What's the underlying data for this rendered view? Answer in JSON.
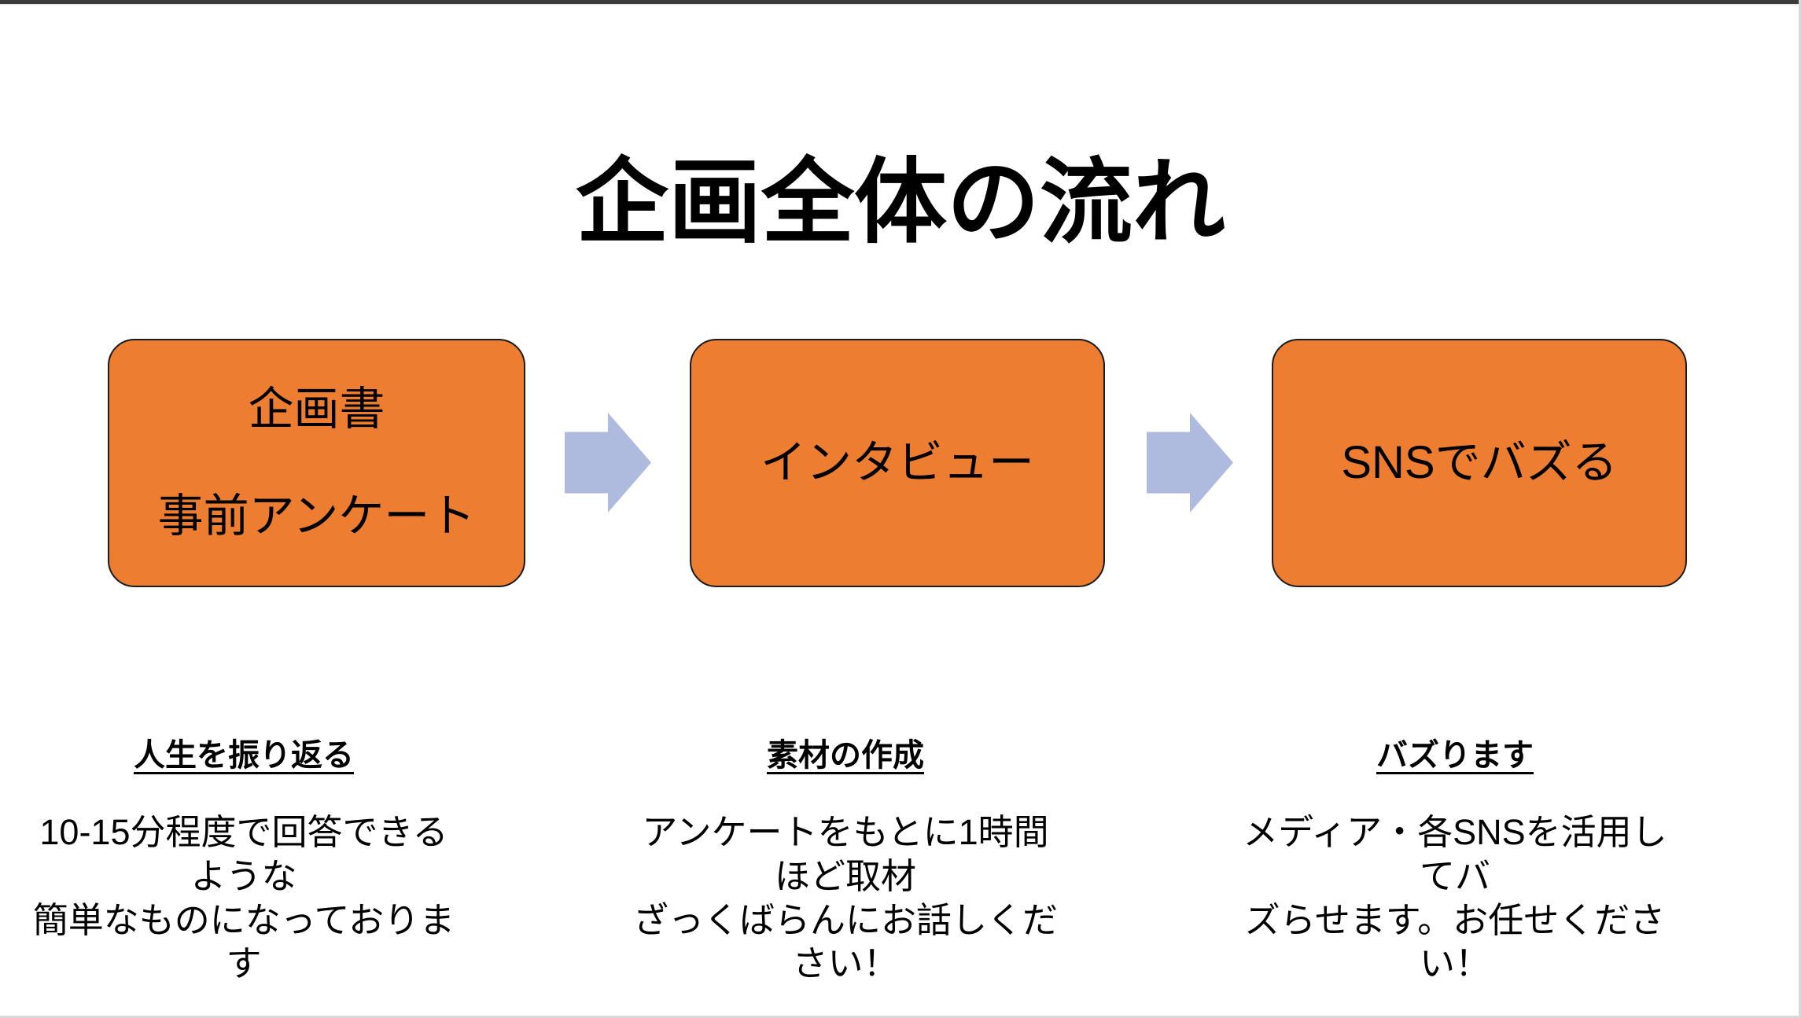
{
  "title": "企画全体の流れ",
  "colors": {
    "box_fill": "#ED7D31",
    "box_border": "#1a1a1a",
    "arrow_fill": "#AEBADE",
    "top_bar": "#3b3b3b",
    "edge_line": "#d9d9d9"
  },
  "flow": {
    "steps": [
      {
        "label": "企画書\n事前アンケート"
      },
      {
        "label": "インタビュー"
      },
      {
        "label": "SNSでバズる"
      }
    ],
    "arrow_icon": "block-arrow-right"
  },
  "notes": [
    {
      "heading": "人生を振り返る",
      "body": "10-15分程度で回答できるような\n簡単なものになっております"
    },
    {
      "heading": "素材の作成",
      "body": "アンケートをもとに1時間ほど取材\nざっくばらんにお話しください！"
    },
    {
      "heading": "バズります",
      "body": "メディア・各SNSを活用してバ\nズらせます。お任せください！"
    }
  ]
}
